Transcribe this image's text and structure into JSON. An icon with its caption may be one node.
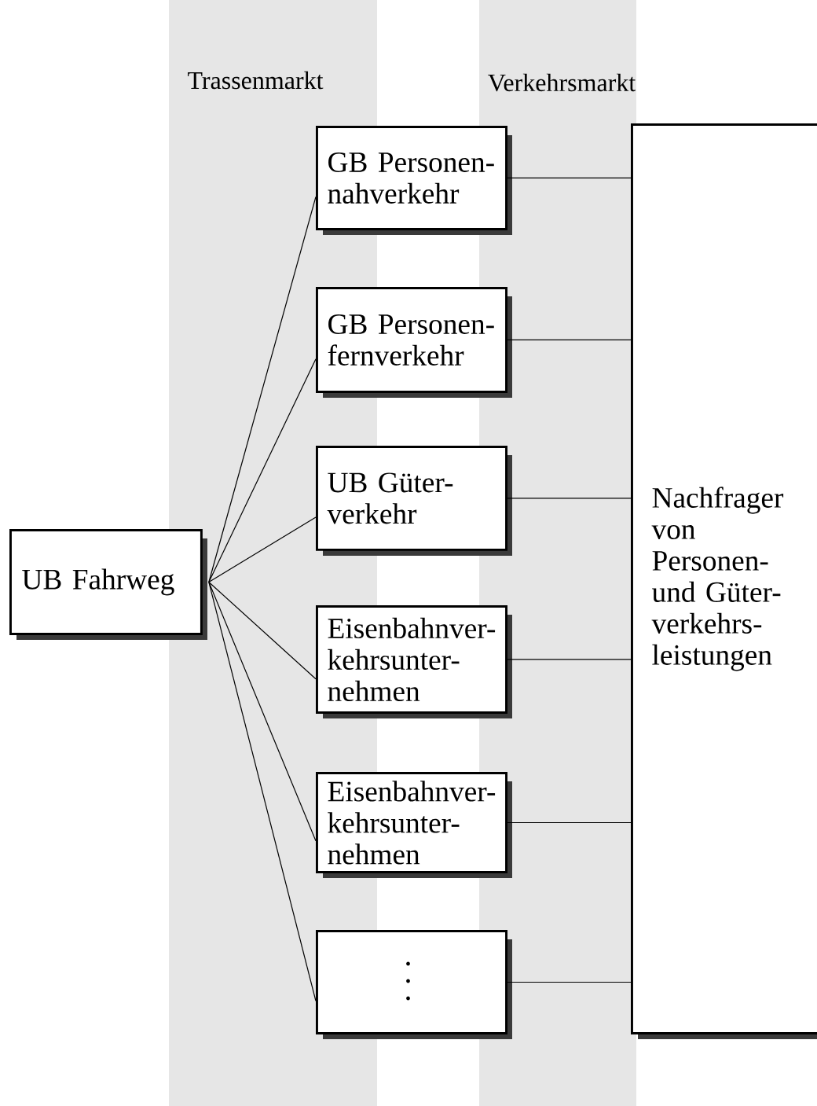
{
  "diagram": {
    "nodes": [
      {
        "text": [
          "UB Fahrweg"
        ]
      },
      {
        "text": [
          "GB Personen- nahverkehr"
        ]
      },
      {
        "text": [
          "GB Personen- fernverkehr"
        ]
      },
      {
        "text": [
          "UB Güter- verkehr"
        ]
      },
      {
        "text": [
          "Eisenbahnver- kehrsunter- nehmen"
        ]
      },
      {
        "text": [
          "Eisenbahnver- kehrsunter- nehmen"
        ]
      },
      {
        "text": [],
        "shape": "box"
      },
      {
        "text": [
          "Nachfrager von Personen- und Güter- verkehrs- leistungen"
        ]
      }
    ],
    "edges": [
      {
        "from": 0,
        "to": 1,
        "arrow": "none"
      },
      {
        "from": 0,
        "to": 2,
        "arrow": "none"
      },
      {
        "from": 0,
        "to": 3,
        "arrow": "none"
      },
      {
        "from": 0,
        "to": 4,
        "arrow": "none"
      },
      {
        "from": 0,
        "to": 5,
        "arrow": "none"
      },
      {
        "from": 0,
        "to": 6,
        "arrow": "none"
      },
      {
        "from": 1,
        "to": 7,
        "arrow": "none"
      },
      {
        "from": 2,
        "to": 7,
        "arrow": "none"
      },
      {
        "from": 3,
        "to": 7,
        "arrow": "none"
      },
      {
        "from": 4,
        "to": 7,
        "arrow": "none"
      },
      {
        "from": 5,
        "to": 7,
        "arrow": "none"
      },
      {
        "from": 6,
        "to": 7,
        "arrow": "none"
      }
    ],
    "labels": [
      "Trassenmarkt",
      "Verkehrsmarkt"
    ]
  }
}
